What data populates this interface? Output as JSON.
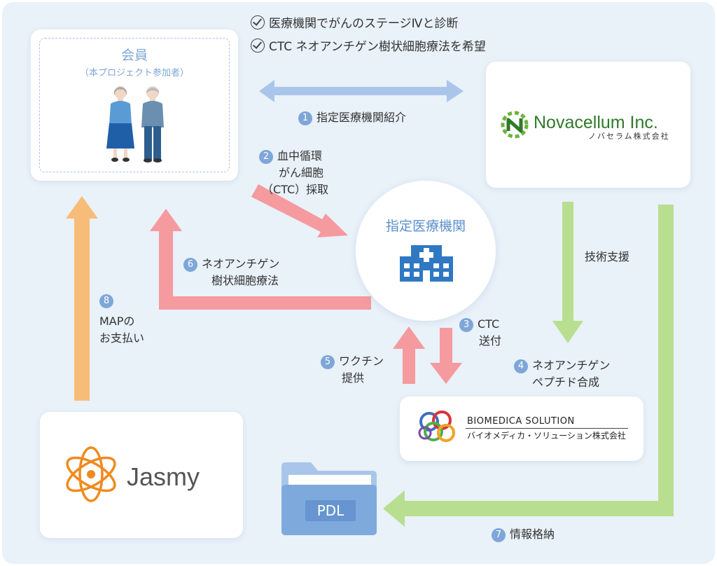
{
  "colors": {
    "background": "#e9f1f9",
    "blue_arrow": "#a9c6ea",
    "red_arrow": "#f59a9e",
    "green_arrow": "#b8df8f",
    "orange_arrow": "#f7bd78",
    "step_badge": "#7fa6d8",
    "member_title": "#7fa6d8",
    "hospital_icon": "#2f78c2",
    "jasmy_orange": "#f08a1e"
  },
  "conditions": [
    "医療機関でがんのステージⅣと診断",
    "CTC ネオアンチゲン樹状細胞療法を希望"
  ],
  "member": {
    "title": "会員",
    "subtitle": "（本プロジェクト参加者）"
  },
  "novacellum": {
    "name": "Novacellum Inc.",
    "kana": "ノバセラム株式会社"
  },
  "hospital": {
    "label": "指定医療機関"
  },
  "biomedica": {
    "name": "BIOMEDICA SOLUTION",
    "kana": "バイオメディカ・ソリューション株式会社"
  },
  "jasmy": {
    "name": "Jasmy"
  },
  "folder": {
    "label": "PDL"
  },
  "steps": [
    {
      "num": "1",
      "lines": [
        "指定医療機関紹介"
      ]
    },
    {
      "num": "2",
      "lines": [
        "血中循環",
        "がん細胞",
        "（CTC）採取"
      ]
    },
    {
      "num": "3",
      "lines": [
        "CTC",
        "送付"
      ]
    },
    {
      "num": "4",
      "lines": [
        "ネオアンチゲン",
        "ペプチド合成"
      ]
    },
    {
      "num": "5",
      "lines": [
        "ワクチン",
        "提供"
      ]
    },
    {
      "num": "6",
      "lines": [
        "ネオアンチゲン",
        "樹状細胞療法"
      ]
    },
    {
      "num": "7",
      "lines": [
        "情報格納"
      ]
    },
    {
      "num": "8",
      "lines": [
        "MAPの",
        "お支払い"
      ]
    }
  ],
  "support_label": "技術支援"
}
